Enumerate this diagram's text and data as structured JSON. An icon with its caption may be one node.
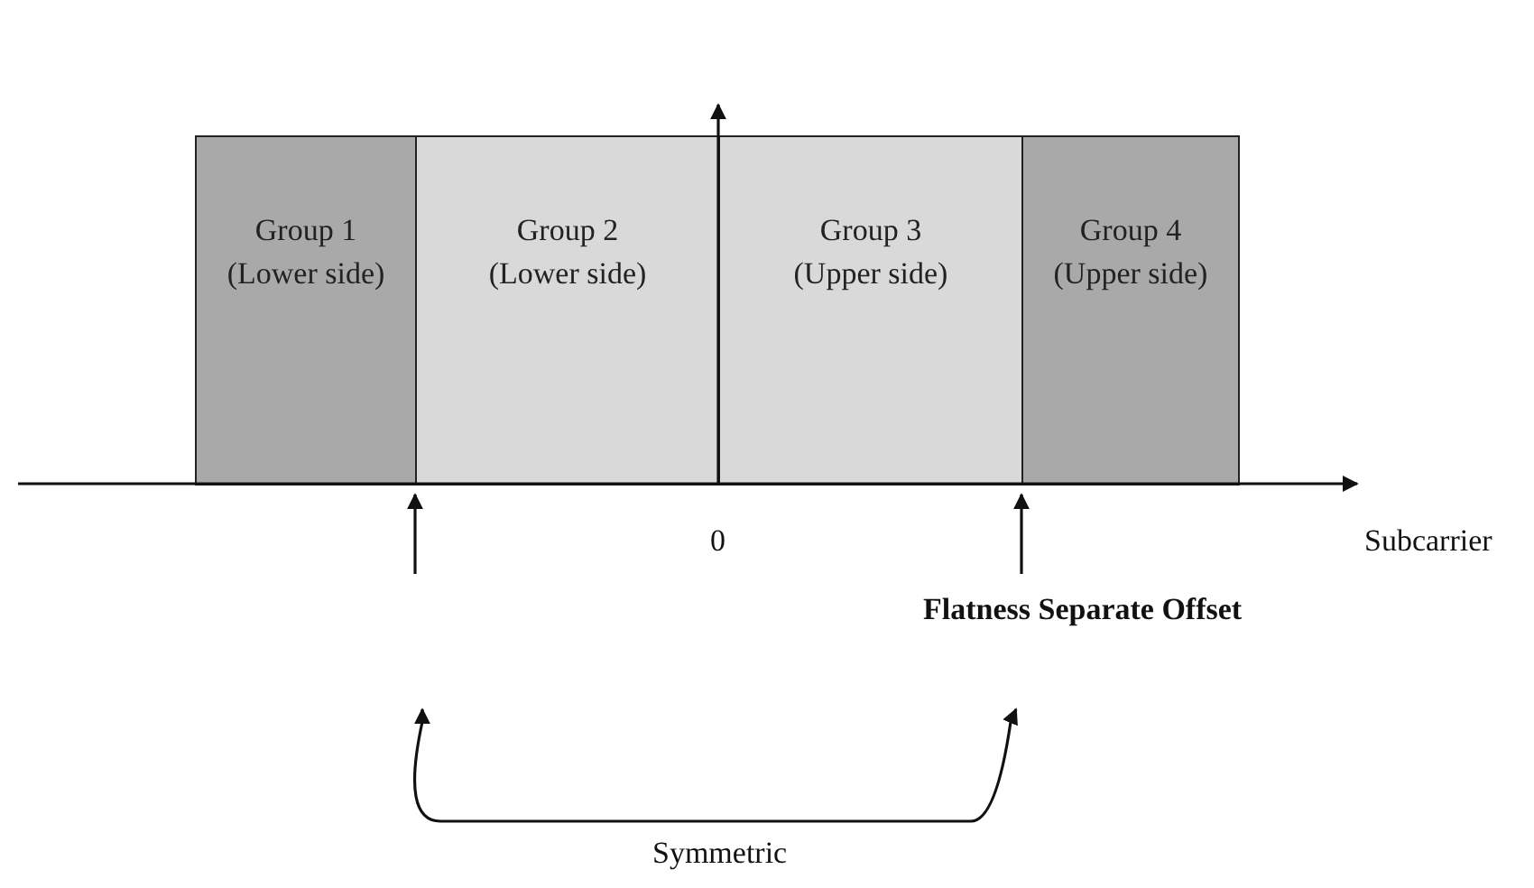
{
  "diagram": {
    "nodes": [
      {
        "text": [
          "Group 1",
          "(Lower side)"
        ]
      },
      {
        "text": [
          "Group 2",
          "(Lower side)"
        ]
      },
      {
        "text": [
          "Group 3",
          "(Upper side)"
        ]
      },
      {
        "text": [
          "Group 4",
          "(Upper side)"
        ]
      }
    ],
    "labels": [
      "0",
      "Subcarrier",
      "Flatness Separate Offset",
      "Symmetric"
    ]
  }
}
